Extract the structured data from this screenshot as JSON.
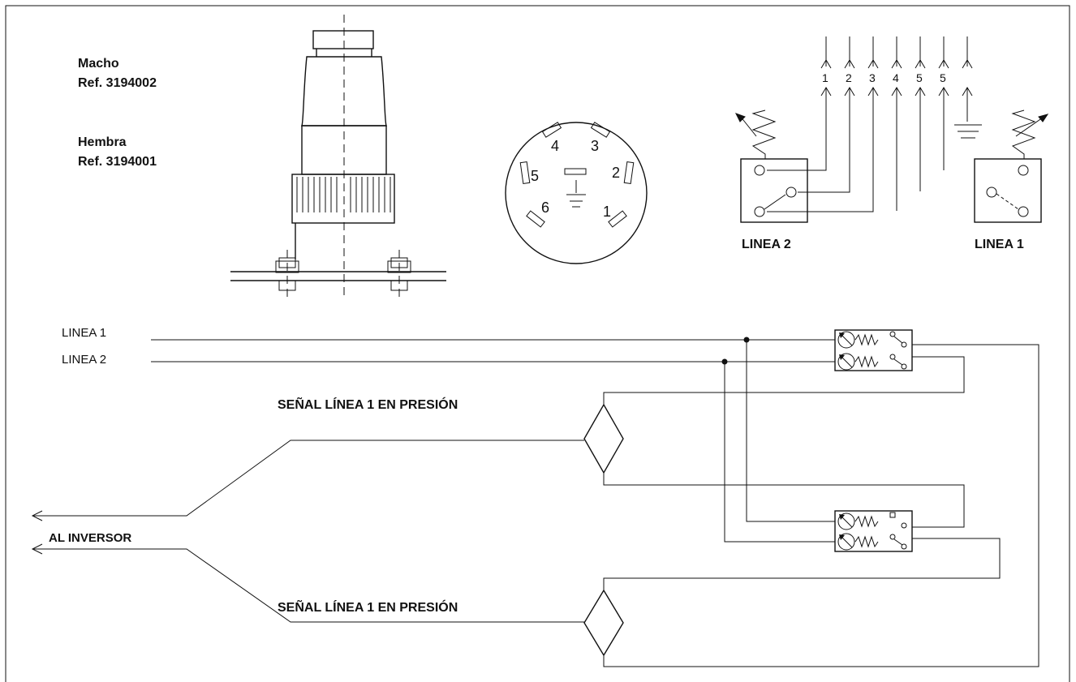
{
  "connector": {
    "male_title": "Macho",
    "male_ref": "Ref. 3194002",
    "female_title": "Hembra",
    "female_ref": "Ref. 3194001"
  },
  "socket_pins": [
    "1",
    "2",
    "3",
    "4",
    "5",
    "6"
  ],
  "terminal_numbers": [
    "1",
    "2",
    "3",
    "4",
    "5",
    "5"
  ],
  "switch_labels": {
    "left": "LINEA 2",
    "right": "LINEA 1"
  },
  "wiring": {
    "line1": "LINEA 1",
    "line2": "LINEA 2",
    "signal_top": "SEÑAL LÍNEA 1 EN PRESIÓN",
    "signal_bottom": "SEÑAL LÍNEA 1 EN PRESIÓN",
    "output": "AL INVERSOR"
  }
}
